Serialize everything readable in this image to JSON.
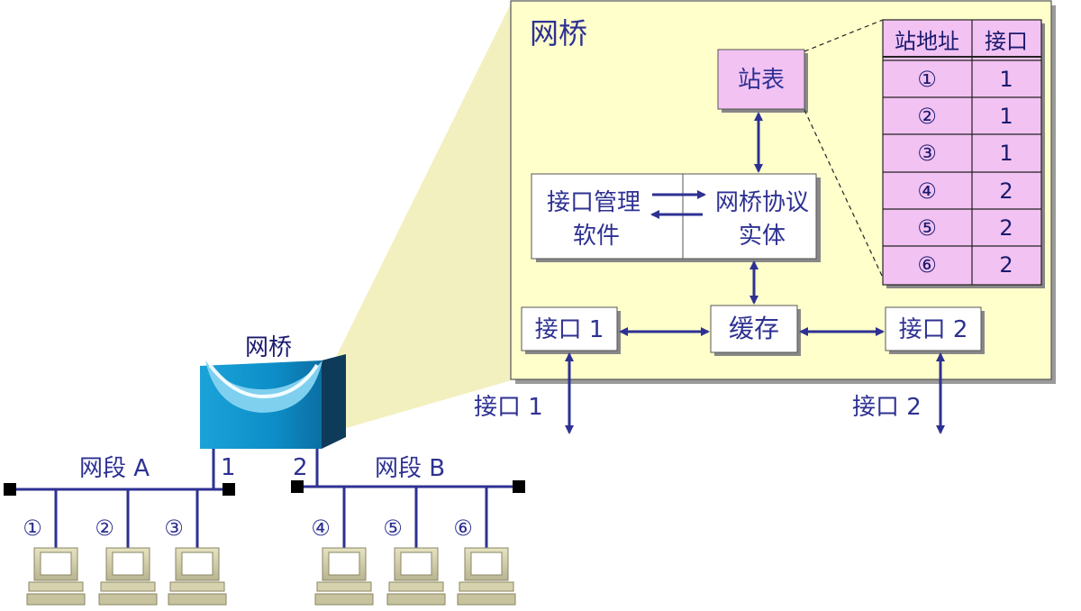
{
  "bridge_label": "网桥",
  "detail_title": "网桥",
  "station_table_label": "站表",
  "table": {
    "headers": [
      "站地址",
      "接口"
    ],
    "rows": [
      [
        "①",
        "1"
      ],
      [
        "②",
        "1"
      ],
      [
        "③",
        "1"
      ],
      [
        "④",
        "2"
      ],
      [
        "⑤",
        "2"
      ],
      [
        "⑥",
        "2"
      ]
    ]
  },
  "mgmt_software": {
    "line1": "接口管理",
    "line2": "软件"
  },
  "protocol_entity": {
    "line1": "网桥协议",
    "line2": "实体"
  },
  "buffer": "缓存",
  "port1_box": "接口 1",
  "port2_box": "接口 2",
  "port1_ext": "接口 1",
  "port2_ext": "接口 2",
  "segment_a": "网段 A",
  "segment_b": "网段 B",
  "port_num_1": "1",
  "port_num_2": "2",
  "stations": [
    "①",
    "②",
    "③",
    "④",
    "⑤",
    "⑥"
  ]
}
